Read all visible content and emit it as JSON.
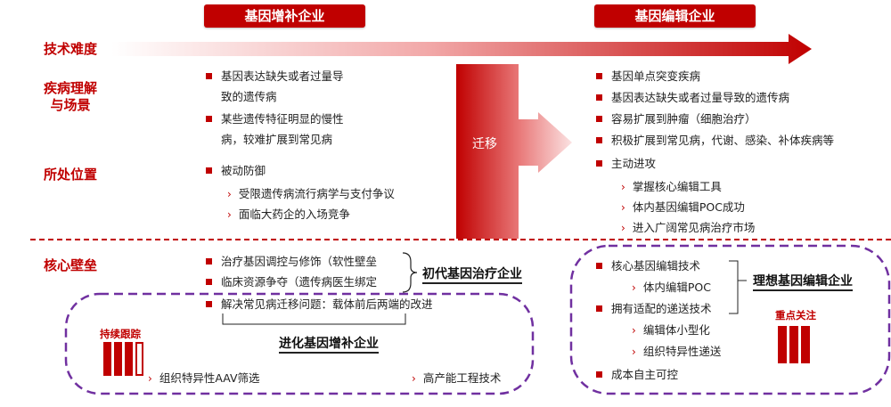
{
  "headers": {
    "left": "基因增补企业",
    "right": "基因编辑企业"
  },
  "row_labels": {
    "difficulty": "技术难度",
    "disease_line1": "疾病理解",
    "disease_line2": "与场景",
    "position": "所处位置",
    "core": "核心壁垒"
  },
  "left_disease": [
    "基因表达缺失或者过量导",
    "致的遗传病",
    "某些遗传特征明显的慢性",
    "病，较难扩展到常见病"
  ],
  "left_position": {
    "main": "被动防御",
    "subs": [
      "受限遗传病流行病学与支付争议",
      "面临大药企的入场竞争"
    ]
  },
  "migration_label": "迁移",
  "right_disease": [
    "基因单点突变疾病",
    "基因表达缺失或者过量导致的遗传病",
    "容易扩展到肿瘤（细胞治疗）",
    "积极扩展到常见病，代谢、感染、补体疾病等"
  ],
  "right_position": {
    "main": "主动进攻",
    "subs": [
      "掌握核心编辑工具",
      "体内基因编辑POC成功",
      "进入广阔常见病治疗市场"
    ]
  },
  "left_core": {
    "items": [
      "治疗基因调控与修饰（软性壁垒",
      "临床资源争夺（遗传病医生绑定",
      "解决常见病迁移问题：载体前后两端的改进"
    ],
    "brace_label": "初代基因治疗企业",
    "evolved_label": "进化基因增补企业",
    "tracking_label": "持续跟踪",
    "subs": [
      "组织特异性AAV筛选",
      "高产能工程技术"
    ]
  },
  "right_core": {
    "items": [
      "核心基因编辑技术",
      "拥有适配的递送技术",
      "成本自主可控"
    ],
    "sub1": "体内编辑POC",
    "sub2": [
      "编辑体小型化",
      "组织特异性递送"
    ],
    "ideal_label": "理想基因编辑企业",
    "focus_label": "重点关注"
  },
  "colors": {
    "accent": "#c00000",
    "dash": "#7030a0"
  }
}
